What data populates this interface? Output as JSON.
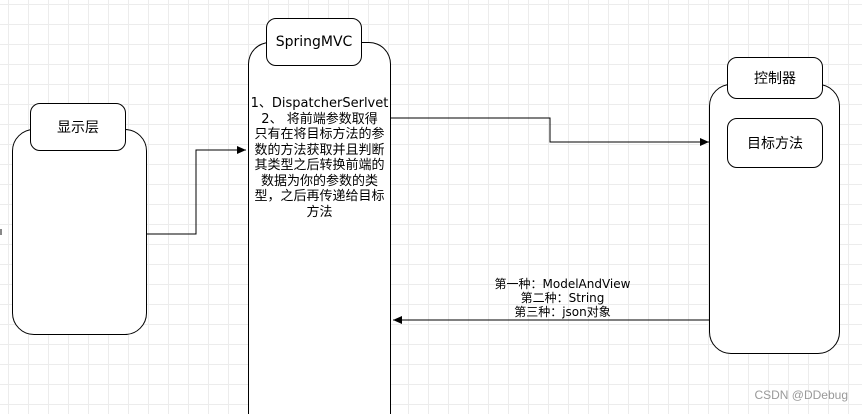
{
  "display_layer": {
    "title": "显示层"
  },
  "springmvc": {
    "title": "SpringMVC",
    "step1": "1、DispatcherSerlvet",
    "step2_lines": [
      "2、 将前端参数取得",
      "只有在将目标方法的参",
      "数的方法获取并且判断",
      "其类型之后转换前端的",
      "数据为你的参数的类",
      "型，之后再传递给目标",
      "方法"
    ]
  },
  "controller": {
    "title": "控制器",
    "target_method": "目标方法"
  },
  "return_types": [
    "第一种：ModelAndView",
    "第二种：String",
    "第三种：json对象"
  ],
  "watermark": "CSDN @DDebug"
}
